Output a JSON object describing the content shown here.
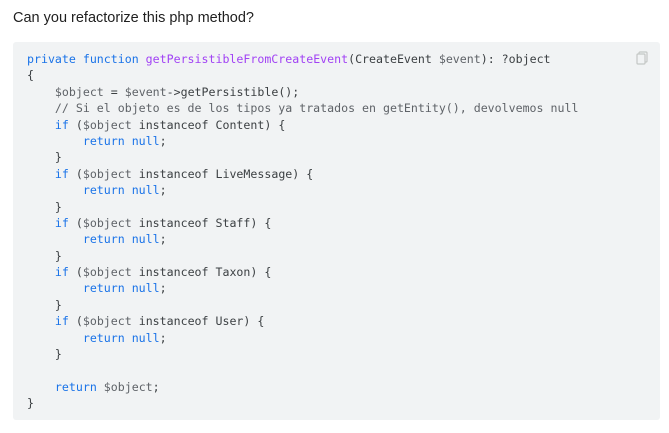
{
  "question": "Can you refactorize this php method?",
  "copy_icon": "copy-icon",
  "colors": {
    "code_background": "#f1f3f4",
    "keyword": "#1a73e8",
    "function_name": "#a142f4",
    "text": "#3c4043"
  },
  "code_lines": [
    [
      {
        "t": "kw",
        "v": "private function "
      },
      {
        "t": "fn",
        "v": "getPersistibleFromCreateEvent"
      },
      {
        "t": "plain",
        "v": "(CreateEvent "
      },
      {
        "t": "var",
        "v": "$event"
      },
      {
        "t": "plain",
        "v": "): ?object"
      }
    ],
    [
      {
        "t": "plain",
        "v": "{"
      }
    ],
    [
      {
        "t": "plain",
        "v": "    "
      },
      {
        "t": "var",
        "v": "$object"
      },
      {
        "t": "plain",
        "v": " = "
      },
      {
        "t": "var",
        "v": "$event"
      },
      {
        "t": "plain",
        "v": "->getPersistible();"
      }
    ],
    [
      {
        "t": "cm",
        "v": "    // Si el objeto es de los tipos ya tratados en getEntity(), devolvemos null"
      }
    ],
    [
      {
        "t": "plain",
        "v": "    "
      },
      {
        "t": "kw",
        "v": "if"
      },
      {
        "t": "plain",
        "v": " ("
      },
      {
        "t": "var",
        "v": "$object"
      },
      {
        "t": "plain",
        "v": " instanceof Content) {"
      }
    ],
    [
      {
        "t": "plain",
        "v": "        "
      },
      {
        "t": "kw",
        "v": "return null"
      },
      {
        "t": "plain",
        "v": ";"
      }
    ],
    [
      {
        "t": "plain",
        "v": "    }"
      }
    ],
    [
      {
        "t": "plain",
        "v": "    "
      },
      {
        "t": "kw",
        "v": "if"
      },
      {
        "t": "plain",
        "v": " ("
      },
      {
        "t": "var",
        "v": "$object"
      },
      {
        "t": "plain",
        "v": " instanceof LiveMessage) {"
      }
    ],
    [
      {
        "t": "plain",
        "v": "        "
      },
      {
        "t": "kw",
        "v": "return null"
      },
      {
        "t": "plain",
        "v": ";"
      }
    ],
    [
      {
        "t": "plain",
        "v": "    }"
      }
    ],
    [
      {
        "t": "plain",
        "v": "    "
      },
      {
        "t": "kw",
        "v": "if"
      },
      {
        "t": "plain",
        "v": " ("
      },
      {
        "t": "var",
        "v": "$object"
      },
      {
        "t": "plain",
        "v": " instanceof Staff) {"
      }
    ],
    [
      {
        "t": "plain",
        "v": "        "
      },
      {
        "t": "kw",
        "v": "return null"
      },
      {
        "t": "plain",
        "v": ";"
      }
    ],
    [
      {
        "t": "plain",
        "v": "    }"
      }
    ],
    [
      {
        "t": "plain",
        "v": "    "
      },
      {
        "t": "kw",
        "v": "if"
      },
      {
        "t": "plain",
        "v": " ("
      },
      {
        "t": "var",
        "v": "$object"
      },
      {
        "t": "plain",
        "v": " instanceof Taxon) {"
      }
    ],
    [
      {
        "t": "plain",
        "v": "        "
      },
      {
        "t": "kw",
        "v": "return null"
      },
      {
        "t": "plain",
        "v": ";"
      }
    ],
    [
      {
        "t": "plain",
        "v": "    }"
      }
    ],
    [
      {
        "t": "plain",
        "v": "    "
      },
      {
        "t": "kw",
        "v": "if"
      },
      {
        "t": "plain",
        "v": " ("
      },
      {
        "t": "var",
        "v": "$object"
      },
      {
        "t": "plain",
        "v": " instanceof User) {"
      }
    ],
    [
      {
        "t": "plain",
        "v": "        "
      },
      {
        "t": "kw",
        "v": "return null"
      },
      {
        "t": "plain",
        "v": ";"
      }
    ],
    [
      {
        "t": "plain",
        "v": "    }"
      }
    ],
    [
      {
        "t": "plain",
        "v": ""
      }
    ],
    [
      {
        "t": "plain",
        "v": "    "
      },
      {
        "t": "kw",
        "v": "return"
      },
      {
        "t": "plain",
        "v": " "
      },
      {
        "t": "var",
        "v": "$object"
      },
      {
        "t": "plain",
        "v": ";"
      }
    ],
    [
      {
        "t": "plain",
        "v": "}"
      }
    ]
  ]
}
